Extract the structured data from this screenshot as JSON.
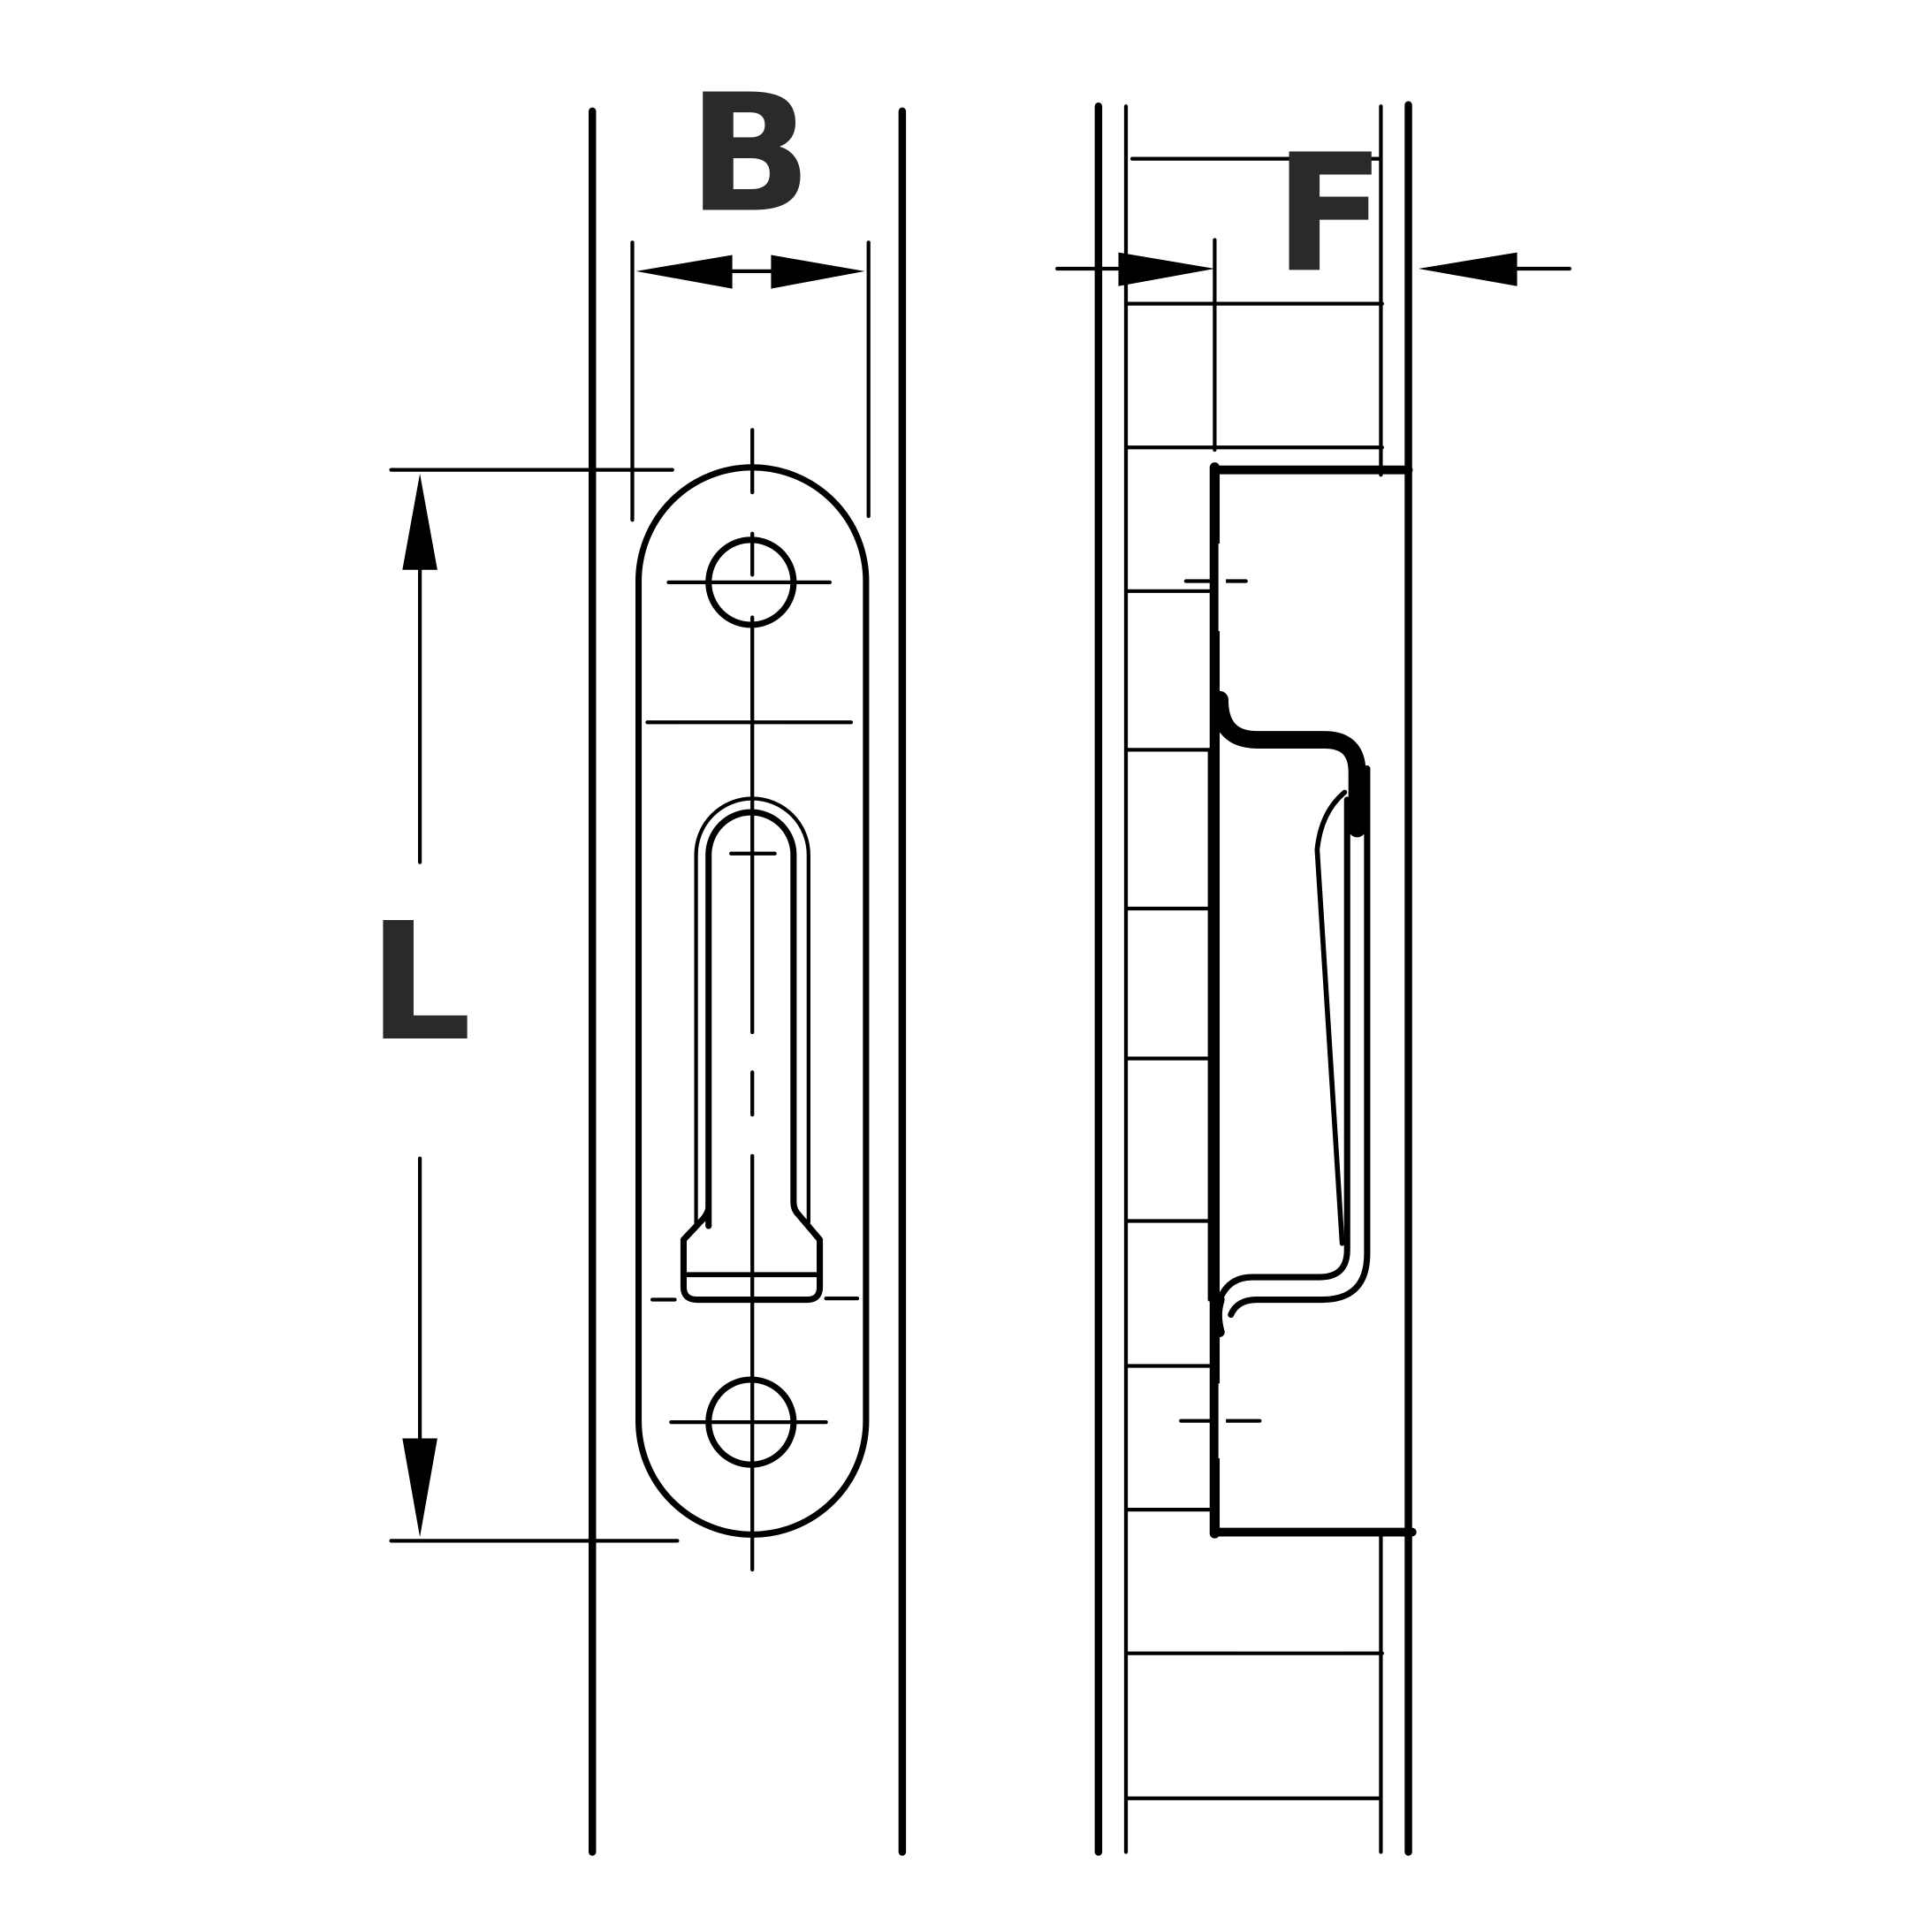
{
  "labels": {
    "width": "B",
    "length": "L",
    "offset": "F"
  },
  "colors": {
    "line": "#000000",
    "text": "#2a2a2a",
    "background": "#ffffff"
  }
}
